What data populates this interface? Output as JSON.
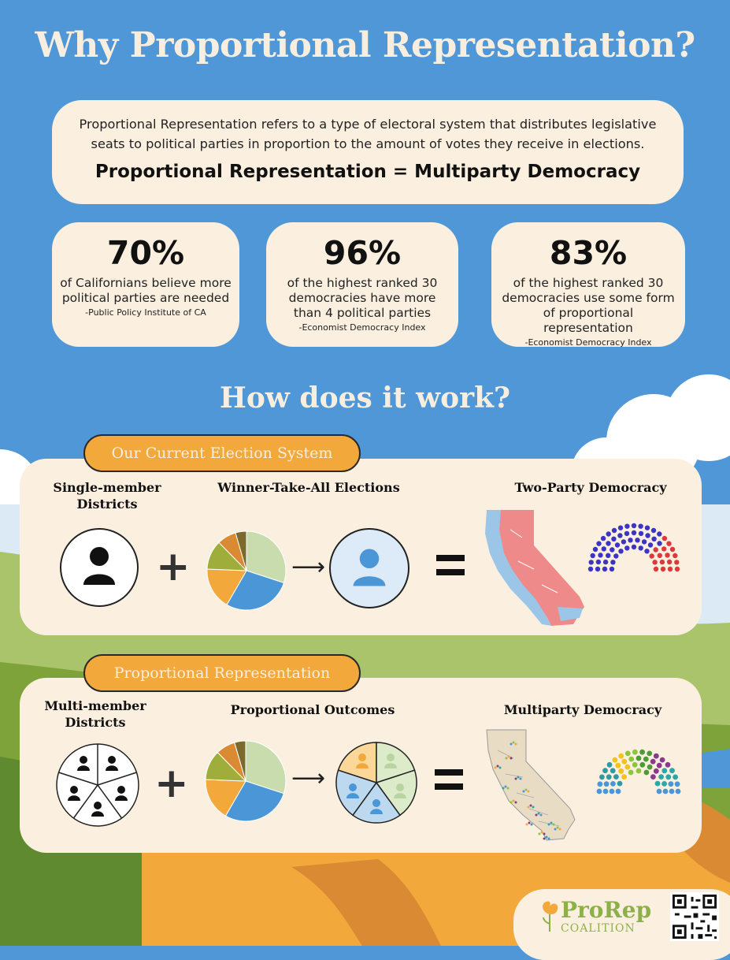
{
  "title": "Why Proportional Representation?",
  "intro": {
    "text": "Proportional Representation refers to a type of electoral system that distributes legislative seats to political parties in proportion to the amount of votes they receive in elections.",
    "equation": "Proportional Representation = Multiparty Democracy"
  },
  "stats": [
    {
      "value": "70%",
      "text": "of Californians believe more political parties are needed",
      "source": "-Public Policy Institute of CA"
    },
    {
      "value": "96%",
      "text": "of the highest ranked 30 democracies have more than 4 political parties",
      "source": "-Economist Democracy Index"
    },
    {
      "value": "83%",
      "text": "of the highest ranked 30 democracies use some form of proportional representation",
      "source": "-Economist Democracy Index"
    }
  ],
  "how_title": "How does it work?",
  "current": {
    "pill": "Our Current Election System",
    "label1": "Single-member Districts",
    "label2": "Winner-Take-All Elections",
    "label3": "Two-Party Democracy"
  },
  "proportional": {
    "pill": "Proportional Representation",
    "label1": "Multi-member Districts",
    "label2": "Proportional Outcomes",
    "label3": "Multiparty Democracy"
  },
  "footer": {
    "logo_word": "ProRep",
    "logo_sub": "COALITION"
  },
  "colors": {
    "sky": "#4f97d6",
    "cream": "#fbf0e0",
    "orange": "#f3a83b",
    "pie": [
      "#c9dcae",
      "#4a96d6",
      "#f3a83b",
      "#9fae3a",
      "#d98a32",
      "#7c6a2c"
    ],
    "red_party": "#e0383a",
    "blue_party": "#3b34c7"
  }
}
